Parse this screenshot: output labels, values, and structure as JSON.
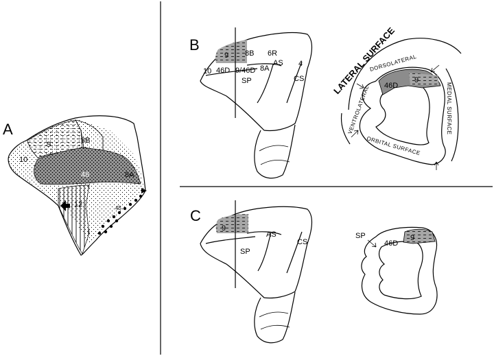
{
  "panels": {
    "a": {
      "letter": "A",
      "areas": [
        "10",
        "9",
        "8B",
        "46",
        "8A",
        "12",
        "45"
      ]
    },
    "b": {
      "letter": "B",
      "areas": [
        "9",
        "8B",
        "6R",
        "10",
        "46D",
        "9/46D",
        "8A",
        "AS",
        "4",
        "CS",
        "SP"
      ],
      "section_areas": [
        "46D",
        "9"
      ],
      "surfaces": {
        "lateral": "LATERAL SURFACE",
        "dorsolateral": "DORSOLATERAL",
        "ventrolateral": "VENTROLATERAL",
        "orbital": "ORBITAL SURFACE",
        "medial": "MEDIAL SURFACE"
      }
    },
    "c": {
      "letter": "C",
      "areas": [
        "9",
        "AS",
        "CS",
        "SP"
      ],
      "section_areas": [
        "SP",
        "46D",
        "9"
      ]
    }
  },
  "colors": {
    "ink": "#000000",
    "shade": "#a6a6a6",
    "dark_shade": "#8c8c8c",
    "background": "#ffffff"
  }
}
